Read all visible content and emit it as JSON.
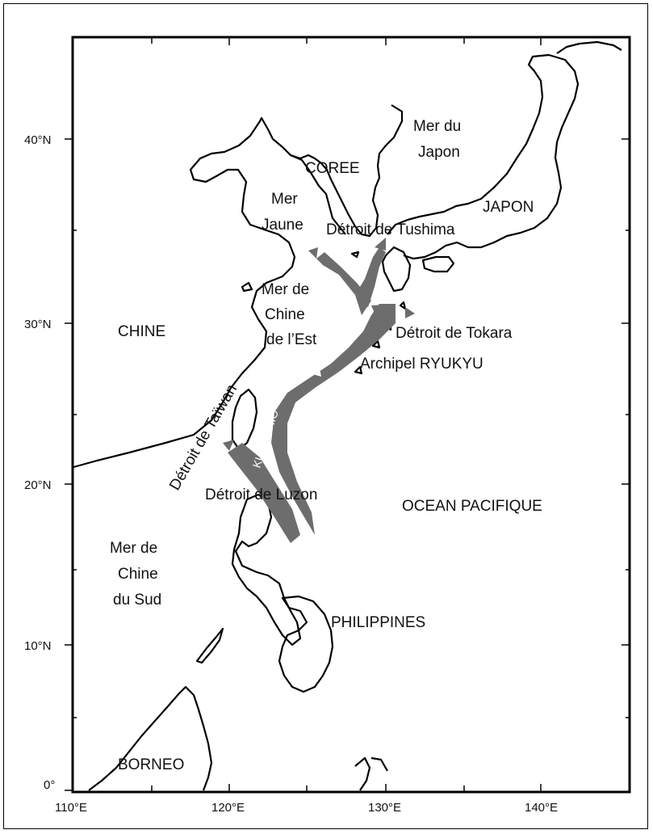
{
  "axes": {
    "lat_labels": [
      "40°N",
      "30°N",
      "20°N",
      "10°N",
      "0°"
    ],
    "lon_labels": [
      "110°E",
      "120°E",
      "130°E",
      "140°E"
    ]
  },
  "labels": {
    "sea_japan_1": "Mer du",
    "sea_japan_2": "Japon",
    "coree": "COREE",
    "japon": "JAPON",
    "mer_jaune_1": "Mer",
    "mer_jaune_2": "Jaune",
    "tushima": "Détroit de Tushima",
    "ecs_1": "Mer de",
    "ecs_2": "Chine",
    "ecs_3": "de l’Est",
    "chine": "CHINE",
    "tokara": "Détroit de Tokara",
    "ryukyu": "Archipel RYUKYU",
    "taiwan_strait": "Détroit de Taïwan",
    "kuroshio": "KUROSHIO",
    "luzon": "Détroit de Luzon",
    "pacific": "OCEAN PACIFIQUE",
    "scs_1": "Mer de",
    "scs_2": "Chine",
    "scs_3": "du Sud",
    "philippines": "PHILIPPINES",
    "borneo": "BORNEO"
  },
  "colors": {
    "current": "#6d6d6d",
    "coast": "#000000"
  }
}
